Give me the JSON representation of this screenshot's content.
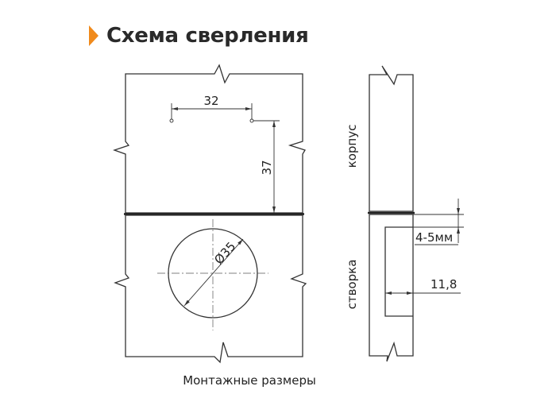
{
  "header": {
    "title": "Схема сверления"
  },
  "diagram": {
    "dim_32": "32",
    "dim_37": "37",
    "dim_d35": "Ø35",
    "label_korpus": "корпус",
    "label_stvorka": "створка",
    "dim_4_5": "4-5мм",
    "dim_11_8": "11,8",
    "caption": "Монтажные размеры"
  },
  "colors": {
    "accent": "#f08a1c",
    "line": "#333333",
    "text": "#222222"
  }
}
